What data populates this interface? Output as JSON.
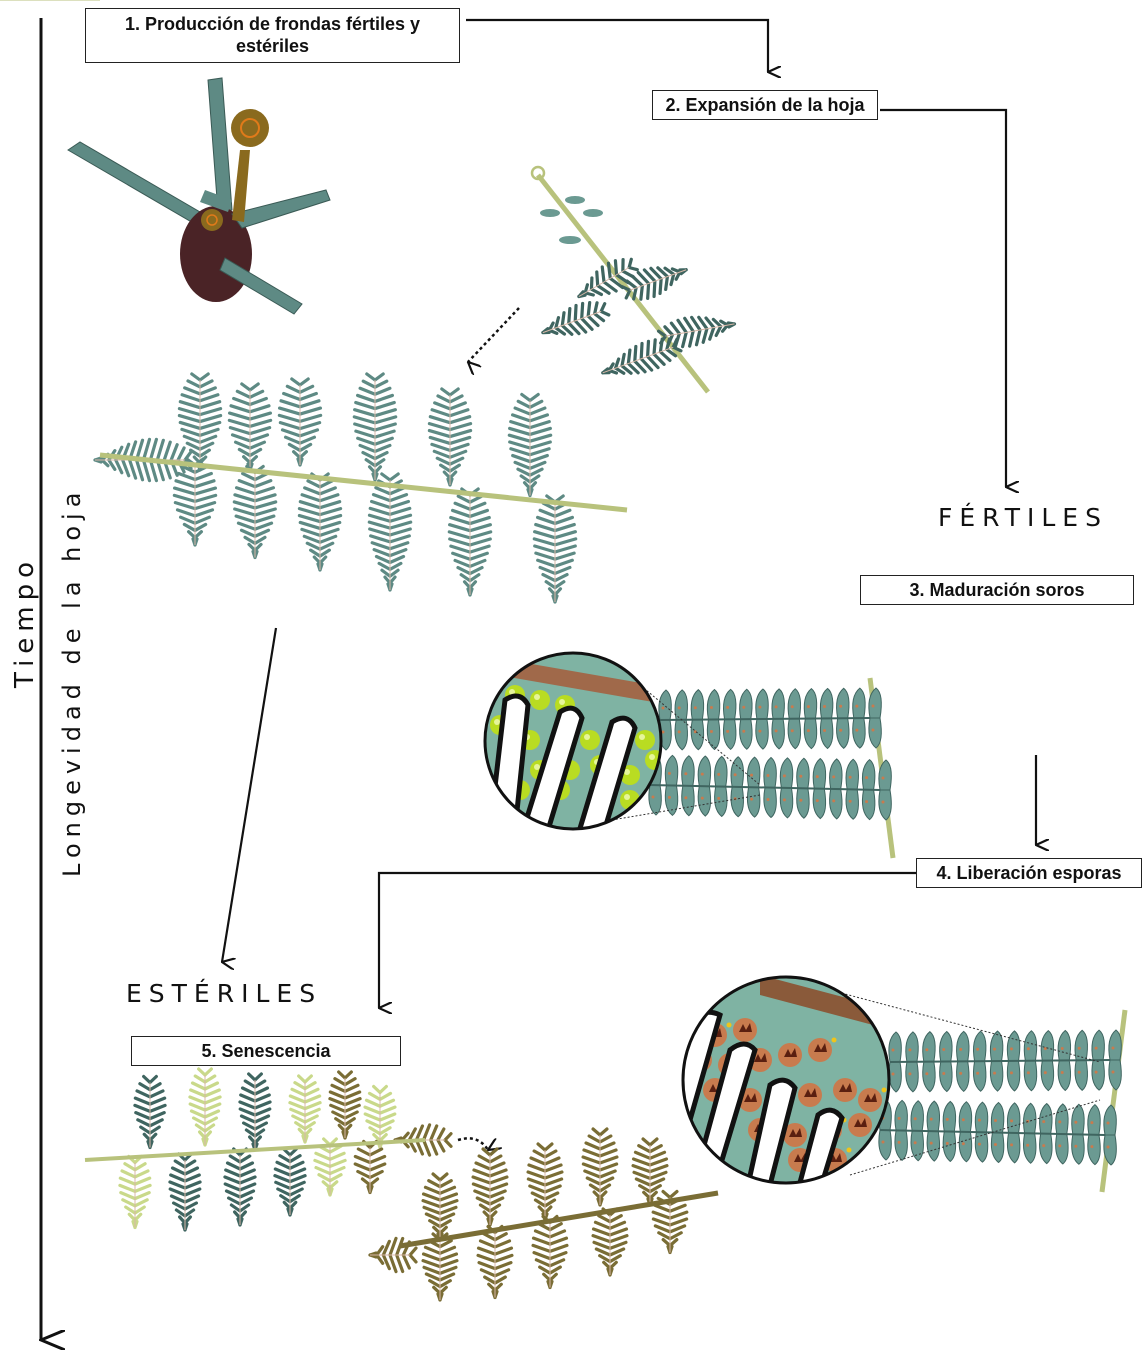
{
  "axis": {
    "time_label": "Tiempo",
    "longevity_label": "Longevidad de la hoja"
  },
  "stages": {
    "s1": "1. Producción de frondas fértiles y estériles",
    "s2": "2. Expansión de la hoja",
    "s3": "3. Maduración soros",
    "s4": "4. Liberación esporas",
    "s5": "5. Senescencia"
  },
  "branches": {
    "fertile": "FÉRTILES",
    "sterile": "ESTÉRILES"
  },
  "colors": {
    "frond_green": "#5e8a84",
    "frond_dark": "#3f6560",
    "rachis": "#b8c27c",
    "stem_dark": "#4a2326",
    "crozier": "#8a6a1e",
    "pinna_light": "#c9d98a",
    "pinna_brown": "#7a6d35",
    "zoom_bg": "#7fb3a3",
    "sorus_green": "#b9dc22",
    "sorus_orange": "#c87b4e",
    "sorus_dark": "#5a1f10",
    "spore_yellow": "#f0c419",
    "line": "#111111"
  },
  "icons": [
    "fern-rhizome-icon",
    "young-frond-icon",
    "mature-frond-icon",
    "fertile-pinna-icon",
    "senescent-frond-icon",
    "sorus-zoom-icon"
  ]
}
